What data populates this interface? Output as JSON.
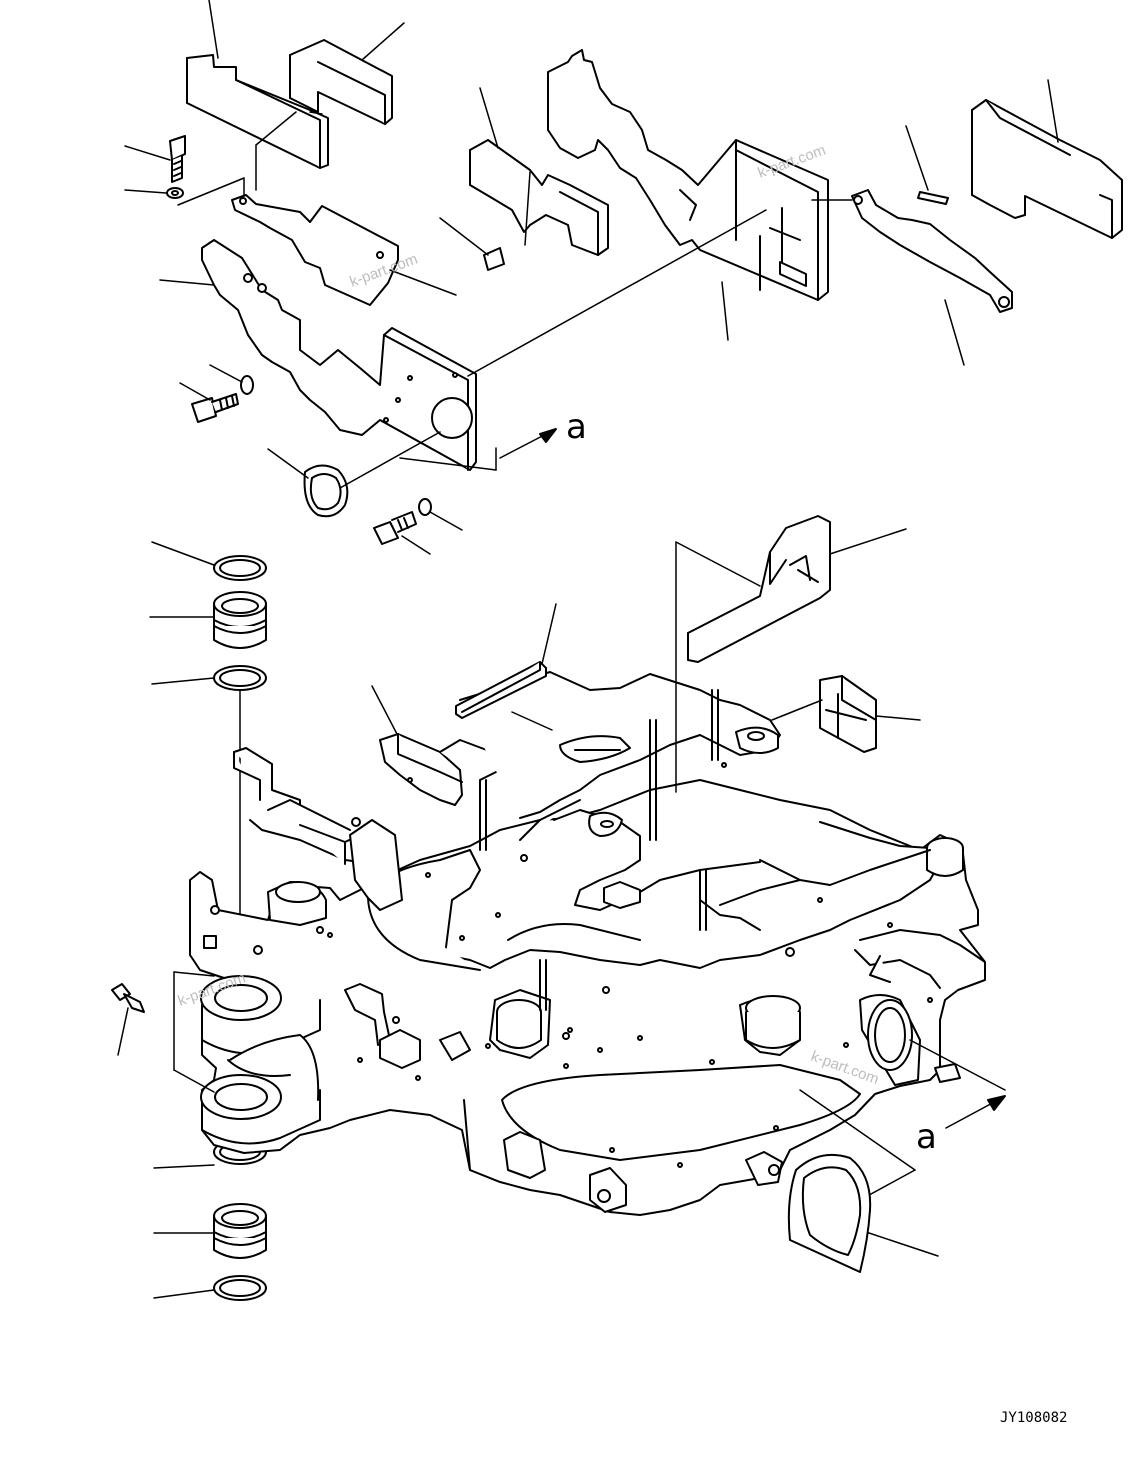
{
  "diagram": {
    "view_marker_top": "a",
    "view_marker_bottom": "a",
    "drawing_id": "JY108082",
    "watermarks": [
      "k-part.com",
      "k-part.com",
      "k-part.com",
      "k-part.com"
    ]
  },
  "colors": {
    "line": "#000000",
    "background": "#ffffff",
    "watermark": "#bdbdbd"
  }
}
